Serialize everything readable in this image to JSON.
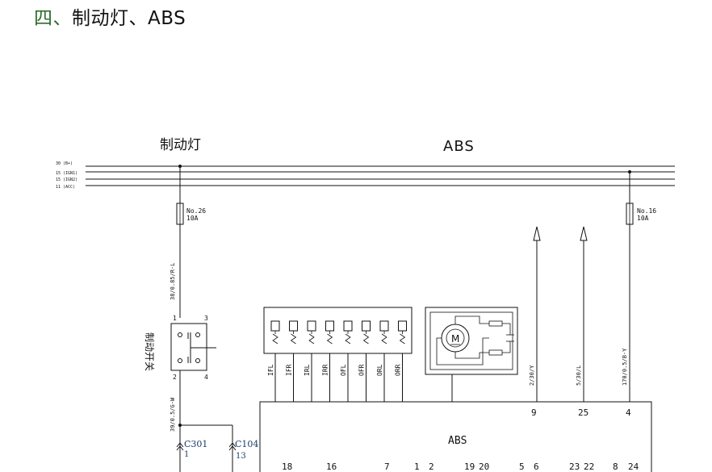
{
  "title": {
    "number": "四、",
    "text": "制动灯、ABS"
  },
  "sections": {
    "brake_light": "制动灯",
    "abs": "ABS"
  },
  "bus_lines": [
    {
      "label": "30 (B+)"
    },
    {
      "label": "15 (IGN1)"
    },
    {
      "label": "15 (IGN2)"
    },
    {
      "label": "11 (ACC)"
    }
  ],
  "fuses": [
    {
      "no": "No.26",
      "rating": "10A"
    },
    {
      "no": "No.16",
      "rating": "10A"
    }
  ],
  "wires": {
    "brake_in": "38/0.85/R-L",
    "brake_out": "39/0.5/G-W",
    "abs_pin9": "2/30/Y",
    "abs_pin25": "5/30/L",
    "abs_pin4": "170/0.5/B-Y"
  },
  "switch": {
    "label": "制动开关",
    "pins": [
      "1",
      "3",
      "2",
      "4"
    ]
  },
  "valves": [
    "IFL",
    "IFR",
    "IRL",
    "IRR",
    "OFL",
    "OFR",
    "ORL",
    "ORR"
  ],
  "motor": {
    "label": "M"
  },
  "abs_module": {
    "label": "ABS",
    "top_pins": [
      "9",
      "25",
      "4"
    ],
    "bottom_pins": [
      "18",
      "16",
      "7",
      "1",
      "2",
      "19",
      "20",
      "5",
      "6",
      "23",
      "22",
      "8",
      "24"
    ]
  },
  "connectors": [
    {
      "name": "C301",
      "pin": "1"
    },
    {
      "name": "C104",
      "pin": "13"
    }
  ]
}
